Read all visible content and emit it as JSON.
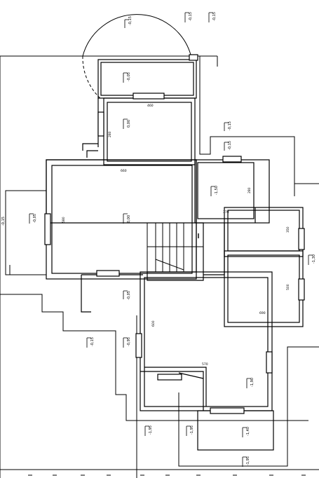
{
  "elevations": {
    "top_arc": "-0,15",
    "top_right_a": "-0,15",
    "top_right_b": "-0,15",
    "porch_top": "-0,05",
    "bedroom_top": "0,00",
    "right_upper_a": "-0,15",
    "right_upper_b": "-0,15",
    "small_room": "-1,50",
    "living": "0,00",
    "left_terrace": "-0,05",
    "left_edge": "-0,15",
    "hall": "-0,05",
    "entrance": "-0,15",
    "steps_left": "-0,95",
    "lower_center": "-1,90",
    "lower_left_a": "-1,95",
    "lower_left_b": "-1,95",
    "lower_mid": "-1,40",
    "lower_right": "-1,95",
    "right_stair": "-1,30"
  },
  "dimensions": {
    "bedroom_w": "460",
    "bedroom_h": "280",
    "living_w": "660",
    "living_h": "580",
    "small_w": "370",
    "small_h": "280",
    "right1_h": "350",
    "right2_h": "500",
    "right_w": "690",
    "lower_h": "600",
    "lower_w": "570"
  },
  "colors": {
    "line": "#000000",
    "background": "#ffffff"
  }
}
